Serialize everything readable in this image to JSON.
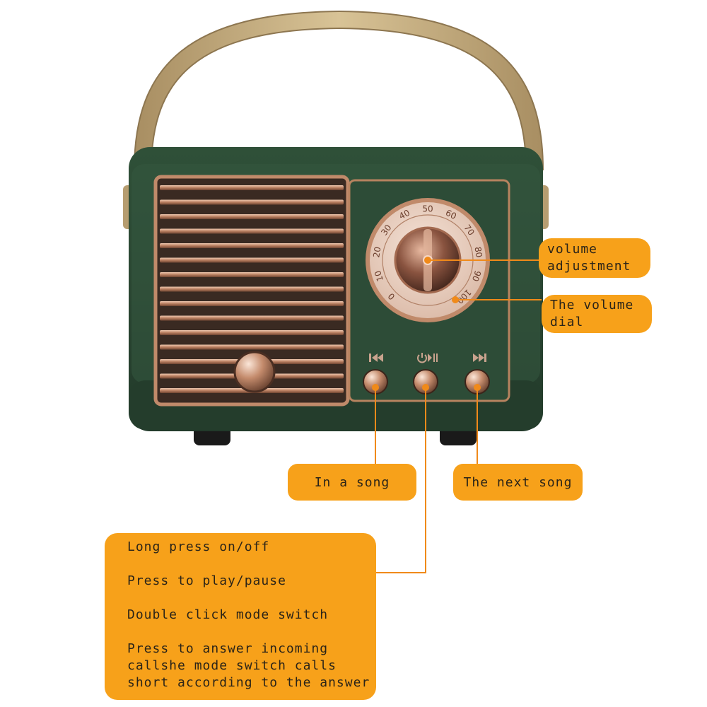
{
  "callouts": {
    "volume_adjustment": [
      "volume",
      "adjustment"
    ],
    "volume_dial": [
      "The volume",
      "dial"
    ],
    "previous_song": "In a song",
    "next_song": "The next song",
    "functions": [
      "Long press on/off",
      "Press to play/pause",
      "Double click mode switch",
      "Press to answer incoming",
      "callshe mode switch calls",
      "short according to the answer"
    ]
  },
  "dial": {
    "numbers": [
      "0",
      "10",
      "20",
      "30",
      "40",
      "50",
      "60",
      "70",
      "80",
      "90",
      "100"
    ]
  },
  "colors": {
    "body_green": "#2c4a36",
    "handle_tan": "#cfb88c",
    "copper": "#c08a6a",
    "callout_orange": "#f7a11a",
    "leader_line": "#f08a1a"
  },
  "icons": [
    "previous-track-icon",
    "power-play-pause-icon",
    "next-track-icon"
  ]
}
